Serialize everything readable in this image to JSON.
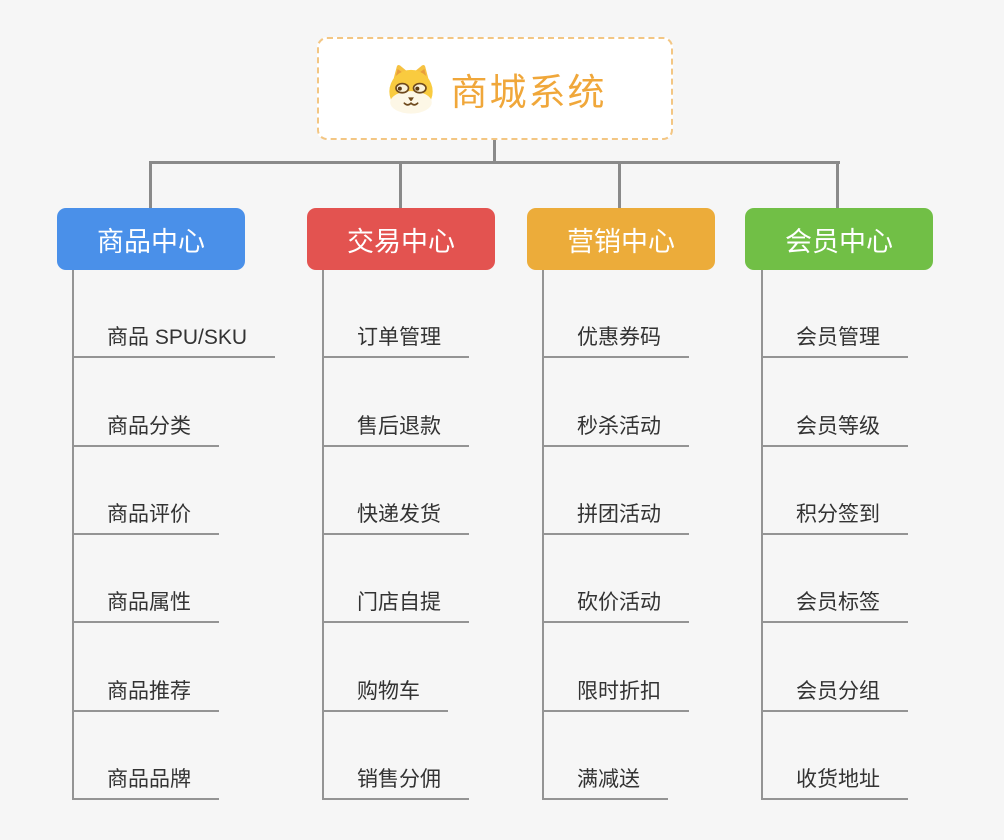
{
  "root": {
    "title": "商城系统",
    "icon": "shiba-dog-icon",
    "title_color": "#f0a73a",
    "border_color": "#f3c683"
  },
  "branches": [
    {
      "label": "商品中心",
      "color": "#4a90e9",
      "children": [
        "商品 SPU/SKU",
        "商品分类",
        "商品评价",
        "商品属性",
        "商品推荐",
        "商品品牌"
      ]
    },
    {
      "label": "交易中心",
      "color": "#e35350",
      "children": [
        "订单管理",
        "售后退款",
        "快递发货",
        "门店自提",
        "购物车",
        "销售分佣"
      ]
    },
    {
      "label": "营销中心",
      "color": "#ecac3a",
      "children": [
        "优惠券码",
        "秒杀活动",
        "拼团活动",
        "砍价活动",
        "限时折扣",
        "满减送"
      ]
    },
    {
      "label": "会员中心",
      "color": "#71bf46",
      "children": [
        "会员管理",
        "会员等级",
        "积分签到",
        "会员标签",
        "会员分组",
        "收货地址"
      ]
    }
  ],
  "colors": {
    "background": "#f6f6f6",
    "connector_line": "#8a8a8a",
    "leaf_line": "#949494",
    "leaf_text": "#333333"
  }
}
